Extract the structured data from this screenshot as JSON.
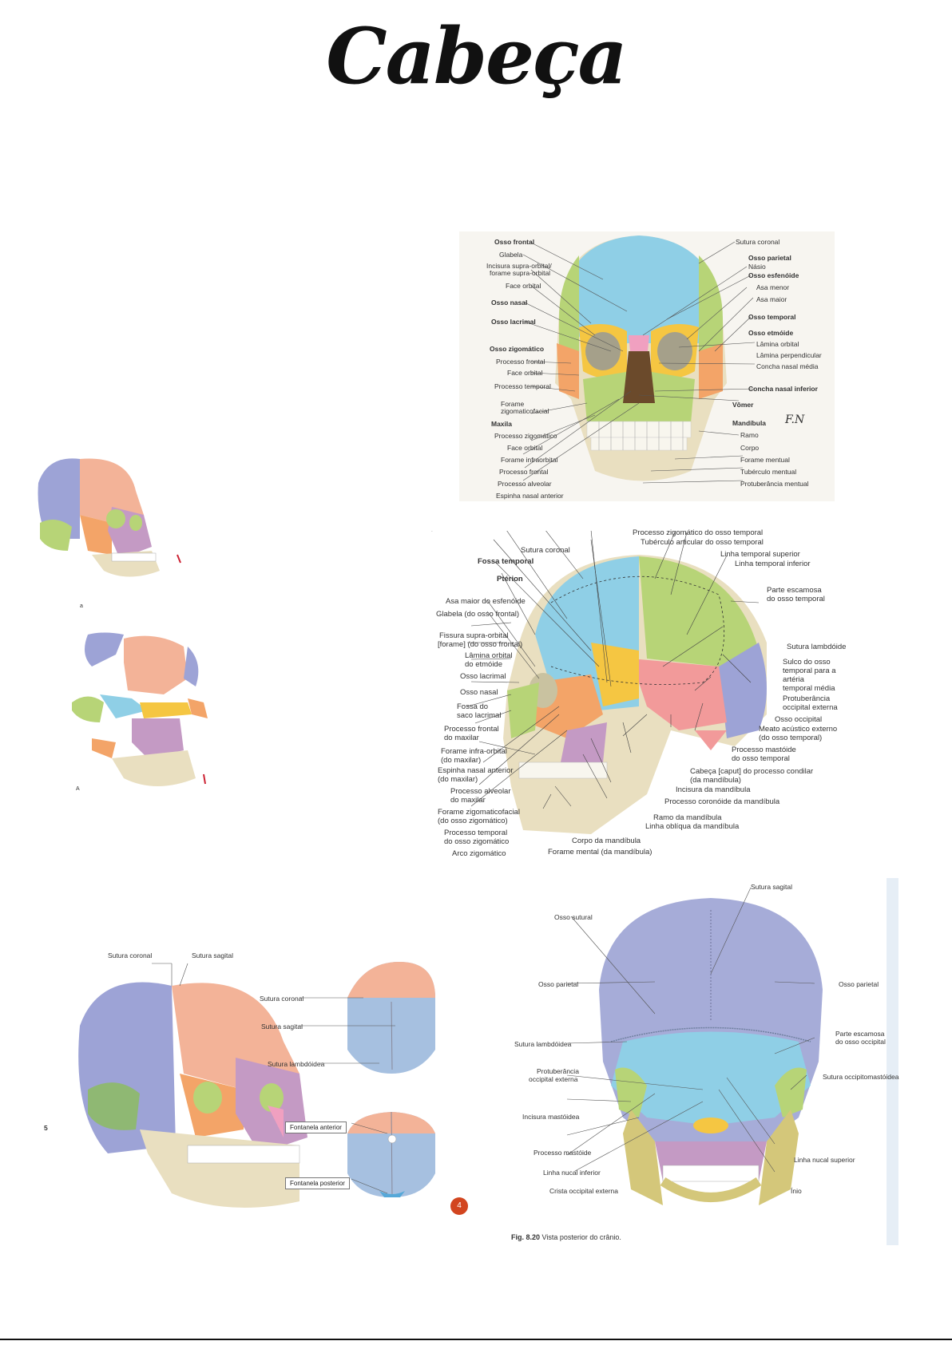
{
  "page": {
    "title": "Cabeça"
  },
  "fig_front": {
    "left_labels": [
      "Osso frontal",
      "Glabela",
      "Incisura supra-orbital/",
      "forame supra-orbital",
      "Face orbital",
      "Osso nasal",
      "Osso lacrimal",
      "Osso zigomático",
      "Processo frontal",
      "Face orbital",
      "Processo temporal",
      "Forame",
      "zigomaticofacial",
      "Maxila",
      "Processo zigomático",
      "Face orbital",
      "Forame infraorbital",
      "Processo frontal",
      "Processo alveolar",
      "Espinha nasal anterior"
    ],
    "right_labels": [
      "Sutura coronal",
      "Osso parietal",
      "Násio",
      "Osso esfenóide",
      "Asa menor",
      "Asa maior",
      "Osso temporal",
      "Osso etmóide",
      "Lâmina orbital",
      "Lâmina perpendicular",
      "Concha nasal média",
      "Concha nasal inferior",
      "Vômer",
      "Mandíbula",
      "Ramo",
      "Corpo",
      "Forame mentual",
      "Tubérculo mentual",
      "Protuberância mentual"
    ]
  },
  "fig_lateral": {
    "top_labels": [
      "Processo zigomático do osso temporal",
      "Tubérculo articular do osso temporal",
      "Linha temporal superior",
      "Linha temporal inferior"
    ],
    "left_labels": [
      "Sutura coronal",
      "Fossa temporal",
      "Ptérion",
      "Asa maior do esfenóide",
      "Glabela (do osso frontal)",
      "Fissura supra-orbital",
      "[forame] (do osso frontal)",
      "Lâmina orbital",
      "do etmóide",
      "Osso lacrimal",
      "Osso nasal",
      "Fossa do",
      "saco lacrimal",
      "Processo frontal",
      "do maxilar",
      "Forame infra-orbital",
      "(do maxilar)",
      "Espinha nasal anterior",
      "(do maxilar)",
      "Processo alveolar",
      "do maxilar",
      "Forame zigomaticofacial",
      "(do osso zigomático)",
      "Processo temporal",
      "do osso zigomático",
      "Arco zigomático"
    ],
    "right_labels": [
      "Parte escamosa",
      "do osso temporal",
      "Sutura lambdóide",
      "Sulco do osso",
      "temporal para a",
      "artéria",
      "temporal média",
      "Protuberância",
      "occipital externa",
      "Osso occipital",
      "Meato acústico externo",
      "(do osso temporal)",
      "Processo mastóide",
      "do osso temporal",
      "Cabeça [caput] do processo condilar",
      "(da mandíbula)",
      "Incisura da mandíbula",
      "Processo coronóide da mandíbula",
      "Ramo da mandíbula",
      "Linha oblíqua da mandíbula",
      "Corpo da mandíbula",
      "Forame mental (da mandíbula)"
    ]
  },
  "fig_small": {
    "mark1": "a",
    "mark2": "A"
  },
  "fig_skull3d": {
    "labels": [
      "Sutura coronal",
      "Sutura sagital",
      "Sutura coronal",
      "Sutura sagital",
      "Sutura lambdóidea"
    ],
    "box1": "Fontanela anterior",
    "box2": "Fontanela posterior",
    "side_mark": "5",
    "badge": "4"
  },
  "fig_posterior": {
    "labels": [
      "Sutura sagital",
      "Osso sutural",
      "Osso parietal",
      "Osso parietal",
      "Sutura lambdóidea",
      "Parte escamosa",
      "do osso occipital",
      "Protuberância",
      "occipital externa",
      "Sutura occipitomastóidea",
      "Incisura mastóidea",
      "Processo mastóide",
      "Linha nucal superior",
      "Linha nucal inferior",
      "Crista occipital externa",
      "Ínio"
    ],
    "caption_bold": "Fig. 8.20",
    "caption": "Vista posterior do crânio."
  },
  "colors": {
    "frontal": "#8fcfe6",
    "parietal": "#a6acd8",
    "temporal": "#f29a9a",
    "sphenoid": "#f5c642",
    "zygomatic": "#f3a468",
    "maxilla": "#c49ac4",
    "mandible": "#e9dfc0",
    "occipital": "#9da3d6",
    "green": "#b7d477",
    "nasal": "#f0a0c0"
  }
}
